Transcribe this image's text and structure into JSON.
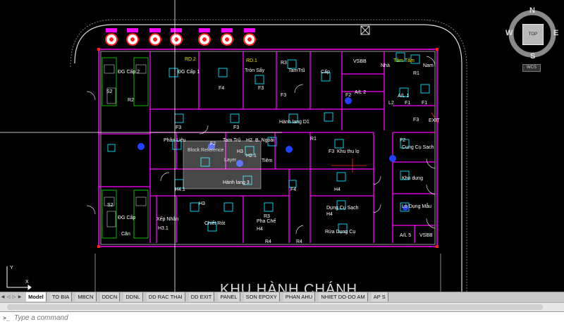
{
  "viewcube": {
    "north": "N",
    "south": "S",
    "west": "W",
    "east": "E",
    "face": "TOP",
    "wcs": "WCS"
  },
  "drawing": {
    "room_labels": [
      "ĐG Cấp 2",
      "S2",
      "R2",
      "RD.2",
      "ĐG Cấp 1",
      "F4",
      "RD.1",
      "Tròn Sấy",
      "F3",
      "R3",
      "TamTrũ",
      "F3",
      "Cấp",
      "VSBB",
      "F2",
      "A/L 2",
      "Nhà",
      "Tầm Tấm",
      "Nam",
      "R1",
      "A/L 1",
      "L2",
      "F1",
      "F1",
      "F3",
      "EXIT",
      "Hành lang D1",
      "F3",
      "F3",
      "Phân Liệu",
      "F2",
      "Tam Trũ",
      "H2",
      "B. Ngoài",
      "H3",
      "H2.1",
      "Tiêm",
      "Block Reference",
      "Layer",
      "F3",
      "Khu thu lọ",
      "R1",
      "Cung Cụ Sạch",
      "F2",
      "Kho dụng",
      "Lò Dụng Mẫu",
      "A/L 5",
      "VSBB",
      "Hành lang 3",
      "H4.1",
      "F4",
      "H4",
      "Dụng Cụ Sạch",
      "H4",
      "Rửa Dụng Cụ",
      "R4",
      "H3",
      "Chiết Rót",
      "R3",
      "Pha Chế",
      "H4",
      "R4",
      "ĐG Cấp",
      "S2",
      "Cân",
      "Xếp Nhãn",
      "H3.1"
    ],
    "building_title": "KHU HÀNH CHÁNH"
  },
  "tabs": [
    "Model",
    "TO BIA",
    "MBCN",
    "DDCN",
    "DDNL",
    "DD RAC THAI",
    "DD EXIT",
    "PANEL",
    "SON EPOXY",
    "PHAN AHU",
    "NHIET DO-DO AM",
    "AP S"
  ],
  "command": {
    "placeholder": "Type a command",
    "icon": ">_"
  },
  "colors": {
    "walls": "#ff00ff",
    "equipment": "#00e5ff",
    "text": "#e6e600",
    "background": "#000000"
  }
}
